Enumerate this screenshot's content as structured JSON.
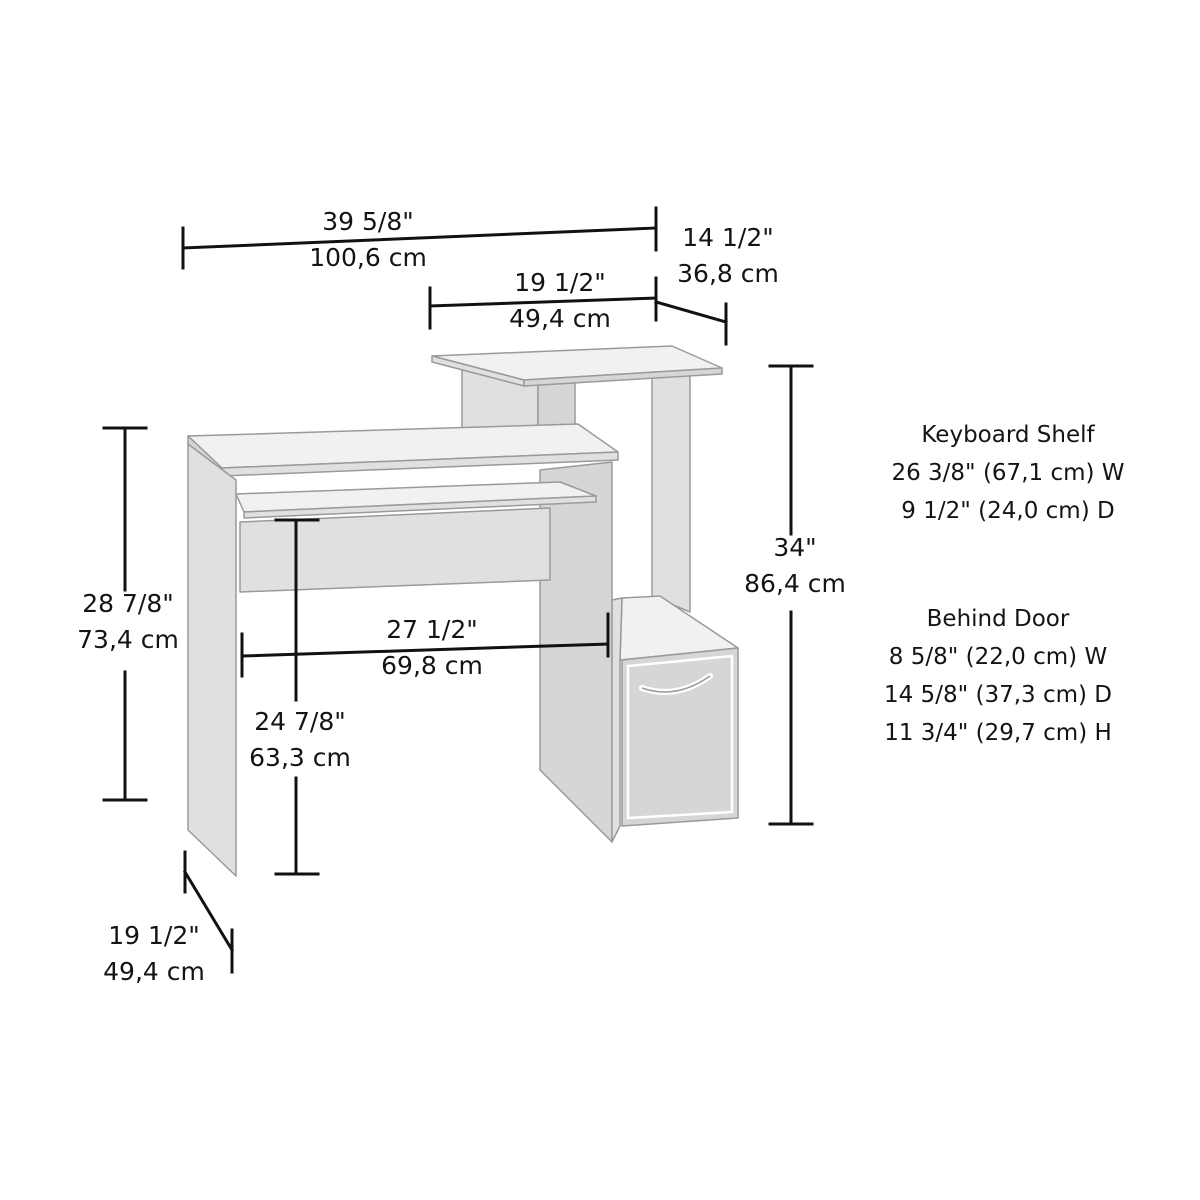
{
  "dimensions": {
    "overall_width": {
      "imperial": "39 5/8\"",
      "metric": "100,6 cm"
    },
    "upper_shelf_depth": {
      "imperial": "14 1/2\"",
      "metric": "36,8 cm"
    },
    "upper_shelf_width": {
      "imperial": "19 1/2\"",
      "metric": "49,4 cm"
    },
    "desk_height": {
      "imperial": "28 7/8\"",
      "metric": "73,4 cm"
    },
    "overall_height": {
      "imperial": "34\"",
      "metric": "86,4 cm"
    },
    "knee_width": {
      "imperial": "27 1/2\"",
      "metric": "69,8 cm"
    },
    "knee_height": {
      "imperial": "24 7/8\"",
      "metric": "63,3 cm"
    },
    "desk_depth": {
      "imperial": "19 1/2\"",
      "metric": "49,4 cm"
    }
  },
  "keyboard_shelf": {
    "title": "Keyboard Shelf",
    "width": "26 3/8\" (67,1 cm) W",
    "depth": "9 1/2\" (24,0 cm) D"
  },
  "behind_door": {
    "title": "Behind Door",
    "width": "8 5/8\" (22,0 cm) W",
    "depth": "14 5/8\" (37,3 cm) D",
    "height": "11 3/4\" (29,7 cm) H"
  }
}
